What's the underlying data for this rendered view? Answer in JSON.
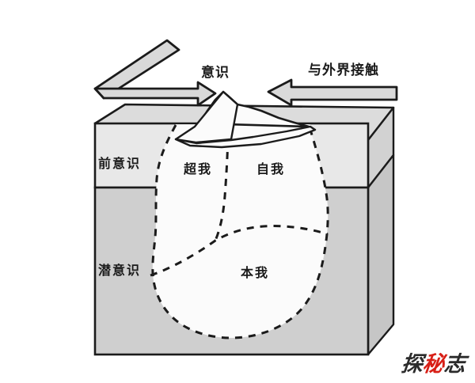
{
  "diagram": {
    "title_hidden": "",
    "labels": {
      "consciousness": "意识",
      "external_contact": "与外界接触",
      "preconscious": "前意识",
      "subconscious": "潜意识",
      "superego": "超我",
      "ego": "自我",
      "id": "本我"
    },
    "colors": {
      "stroke": "#1b1b1b",
      "top_face": "#dcdcdc",
      "right_face": "#c6c6c6",
      "preconscious_band": "#e8e8e8",
      "subconscious_band": "#cfcfcf",
      "iceberg_fill": "#fbfbfb",
      "arrow_fill": "#d9d9d9",
      "background": "#ffffff"
    },
    "arrows": [
      {
        "name": "folded-arrow-left",
        "direction": "right",
        "label": "意识"
      },
      {
        "name": "arrow-right-to-left",
        "direction": "left",
        "label": "与外界接触"
      }
    ]
  },
  "watermark": {
    "char1": "探",
    "char2": "秘",
    "char3": "志",
    "accent_color": "#d81f16"
  }
}
